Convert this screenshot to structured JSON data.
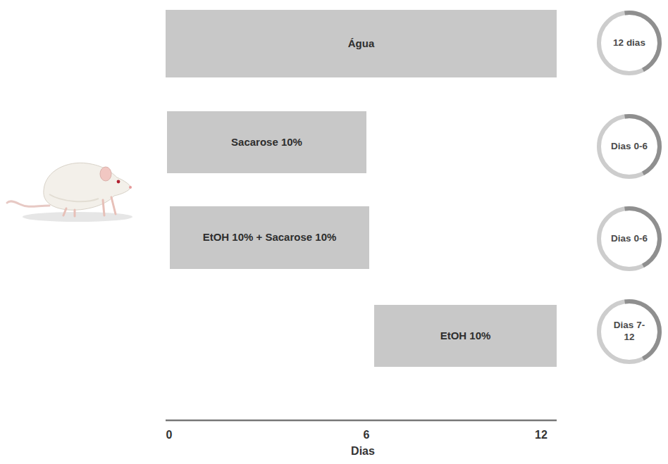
{
  "diagram": {
    "nodes": [
      {
        "text": [
          "Água"
        ]
      },
      {
        "text": [
          "12 dias"
        ]
      },
      {
        "text": [
          "Sacarose 10%"
        ]
      },
      {
        "text": [
          "Dias 0-6"
        ]
      },
      {
        "text": [
          "EtOH 10% + Sacarose 10%"
        ]
      },
      {
        "text": [
          "Dias 0-6"
        ]
      },
      {
        "text": [
          "EtOH 10%"
        ]
      },
      {
        "text": [
          "Dias 7-12"
        ]
      }
    ],
    "labels": [
      "0",
      "6",
      "12",
      "Dias"
    ]
  }
}
